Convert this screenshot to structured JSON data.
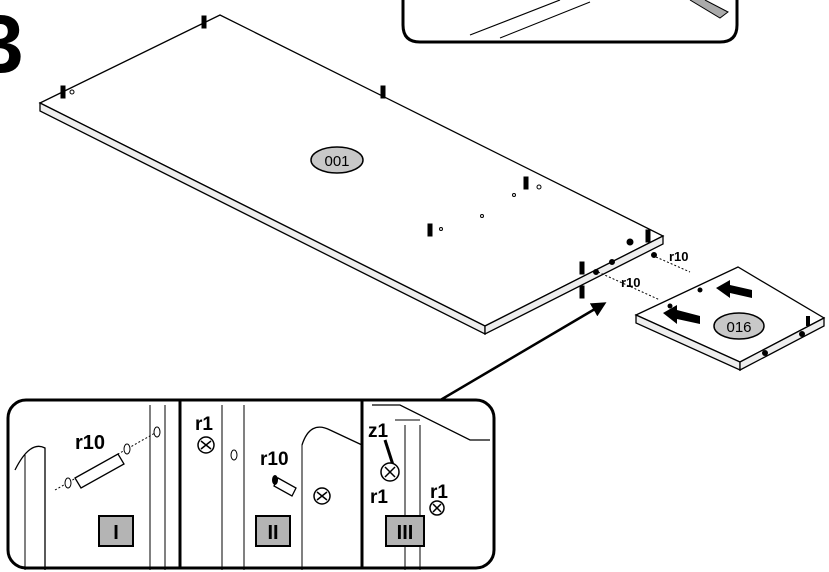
{
  "step": {
    "number": "3"
  },
  "parts": {
    "panel_large": {
      "label": "001"
    },
    "panel_small": {
      "label": "016"
    }
  },
  "fittings": {
    "dowel_top": "r10",
    "dowel_bottom": "r10"
  },
  "details": [
    {
      "roman": "I",
      "dowel_label": "r10"
    },
    {
      "roman": "II",
      "cam_label": "r1",
      "dowel_label": "r10"
    },
    {
      "roman": "III",
      "screw_label": "z1",
      "cam_label_a": "r1",
      "cam_label_b": "r1"
    }
  ],
  "colors": {
    "ink": "#000000",
    "badge_fill": "#c8c8c8",
    "roman_box_fill": "#b4b4b4",
    "panel_fill": "#ffffff",
    "edge_fill": "#e8e8e8"
  }
}
